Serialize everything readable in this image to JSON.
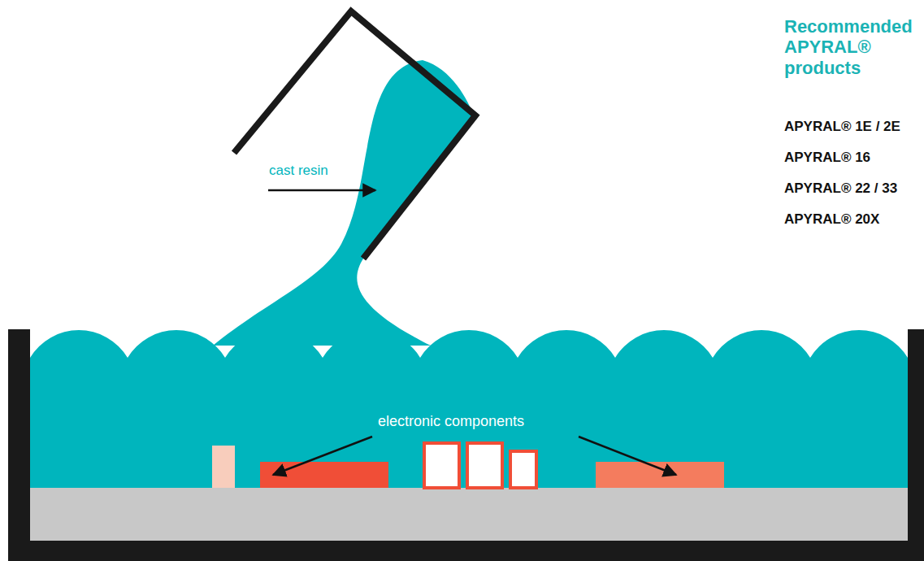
{
  "diagram": {
    "labels": [
      "cast resin",
      "electronic components",
      "Recommended APYRAL® products",
      "APYRAL® 1E / 2E",
      "APYRAL® 16",
      "APYRAL® 22 / 33",
      "APYRAL® 20X"
    ]
  }
}
